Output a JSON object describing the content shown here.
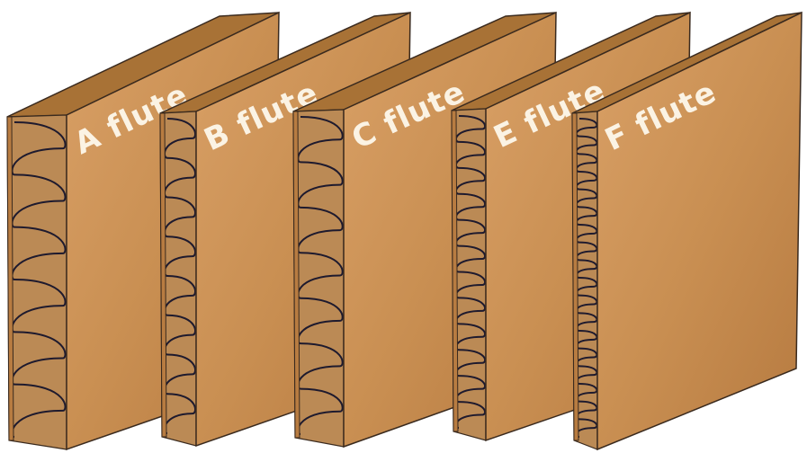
{
  "boards": [
    {
      "label": "A flute",
      "waves": 6
    },
    {
      "label": "B flute",
      "waves": 8
    },
    {
      "label": "C flute",
      "waves": 7
    },
    {
      "label": "E flute",
      "waves": 12
    },
    {
      "label": "F flute",
      "waves": 18
    }
  ],
  "colors": {
    "face": "#cc9356",
    "face_dark": "#b87c41",
    "face_light": "#dca56a",
    "top_edge": "#a87236",
    "core": "#bb8a55",
    "wave": "#1e1a2e",
    "outline": "#3a2a1e",
    "label": "#fbf3e4"
  }
}
